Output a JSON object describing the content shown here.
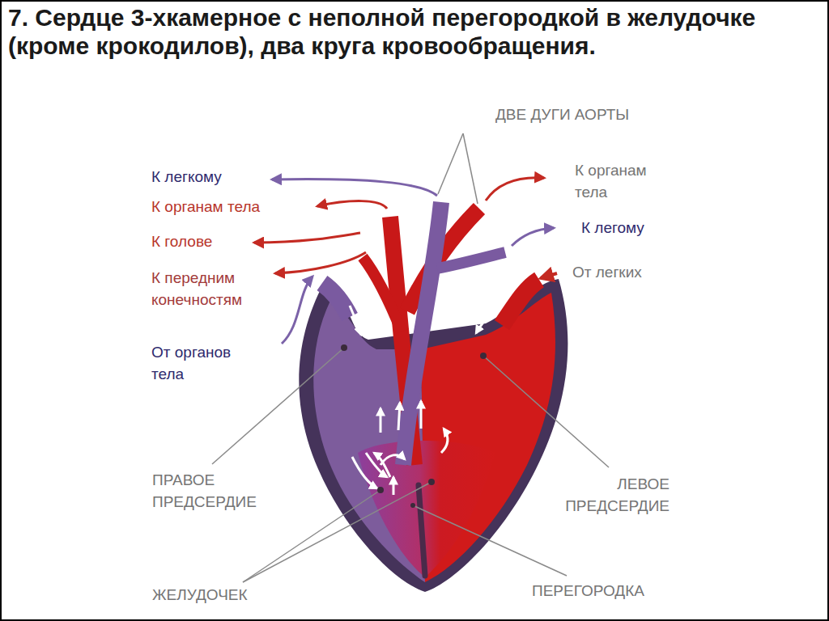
{
  "diagram": {
    "title": "7. Сердце 3-хкамерное с неполной перегородкой в желудочке (кроме крокодилов), два круга кровообращения.",
    "labels": [
      "ДВЕ ДУГИ АОРТЫ",
      "К легкому",
      "К органам тела",
      "К голове",
      "К передним конечностям",
      "От органов тела",
      "К органам тела",
      "К легому",
      "От легких",
      "ПРАВОЕ ПРЕДСЕРДИЕ",
      "ЛЕВОЕ ПРЕДСЕРДИЕ",
      "ЖЕЛУДОЧЕК",
      "ПЕРЕГОРОДКА"
    ]
  }
}
